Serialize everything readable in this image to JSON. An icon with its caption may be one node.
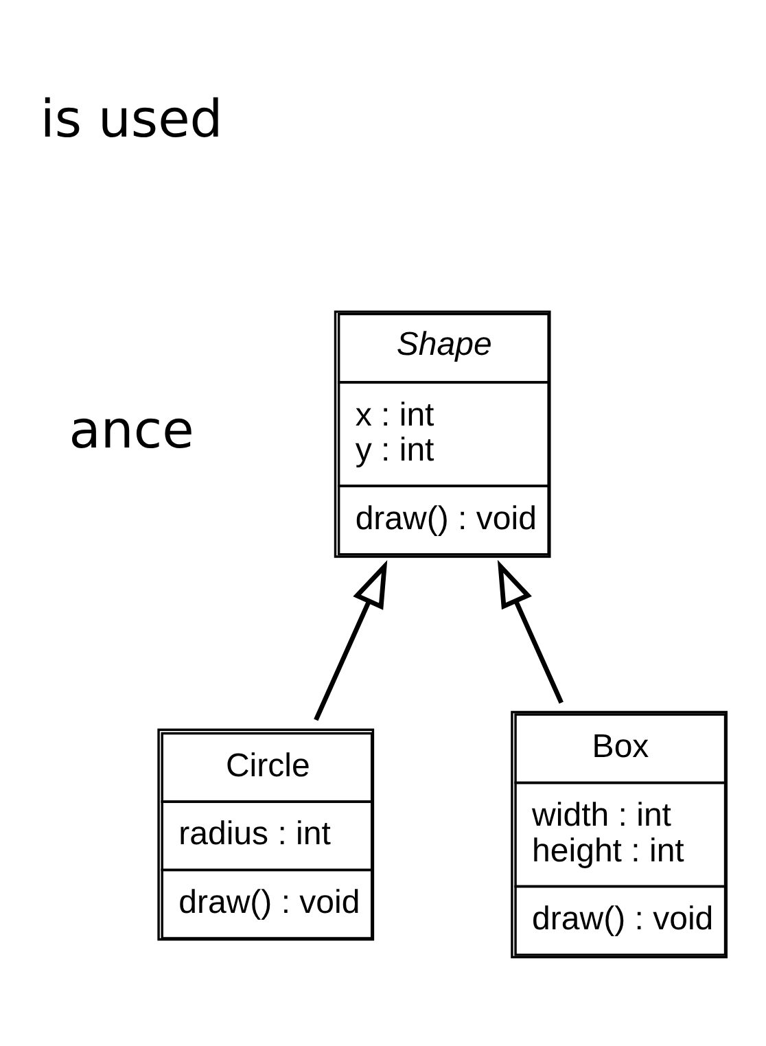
{
  "diagram": {
    "nodes": [
      {
        "text": [
          "Shape",
          "x : int",
          "y : int",
          "draw() : void"
        ]
      },
      {
        "text": [
          "Circle",
          "radius : int",
          "draw() : void"
        ]
      },
      {
        "text": [
          "Box",
          "width : int",
          "height : int",
          "draw() : void"
        ]
      }
    ],
    "edges": [
      {
        "from": 1,
        "to": 0,
        "arrow": "to"
      },
      {
        "from": 2,
        "to": 0,
        "arrow": "to"
      }
    ],
    "labels": [
      "is used",
      "ance"
    ]
  }
}
